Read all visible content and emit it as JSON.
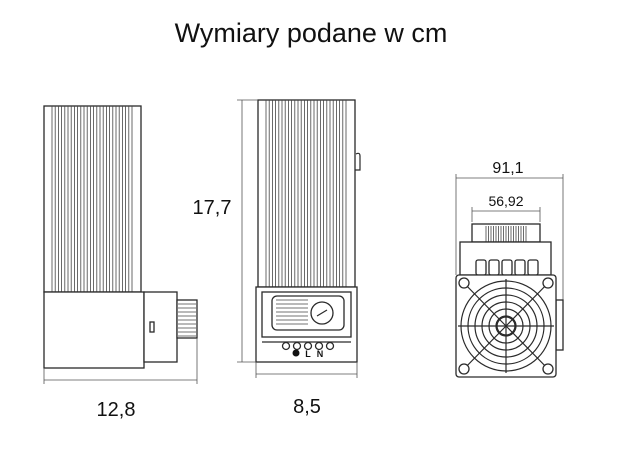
{
  "title": "Wymiary podane w cm",
  "views": {
    "side": {
      "width_label": "12,8"
    },
    "front": {
      "height_label": "17,7",
      "width_label": "8,5",
      "terminal_labels": [
        "L",
        "N"
      ]
    },
    "bottom": {
      "outer_width_label": "91,1",
      "inner_width_label": "56,92"
    }
  }
}
